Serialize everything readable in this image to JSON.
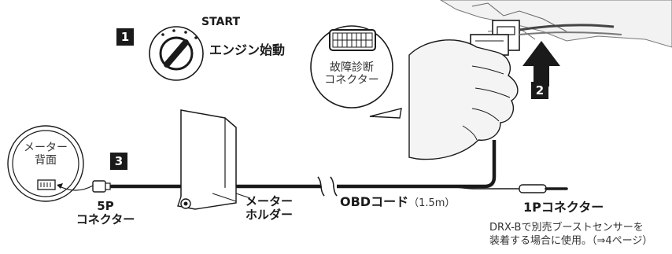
{
  "steps": {
    "step1": "1",
    "step2": "2",
    "step3": "3"
  },
  "ignition": {
    "start_label": "START",
    "caption": "エンジン始動"
  },
  "obd_port": {
    "line1": "故障診断",
    "line2": "コネクター"
  },
  "meter": {
    "line1": "メーター",
    "line2": "背面"
  },
  "connector_5p": {
    "line1": "5P",
    "line2": "コネクター"
  },
  "meter_holder": {
    "line1": "メーター",
    "line2": "ホルダー"
  },
  "obd_cord": {
    "name": "OBDコード",
    "length": "（1.5m）"
  },
  "connector_1p": {
    "name": "1Pコネクター",
    "note_line1": "DRX-Bで別売ブーストセンサーを",
    "note_line2": "装着する場合に使用。（⇒4ページ）"
  },
  "colors": {
    "ink": "#1a1a1a",
    "line_gray": "#555555",
    "background": "#ffffff"
  }
}
